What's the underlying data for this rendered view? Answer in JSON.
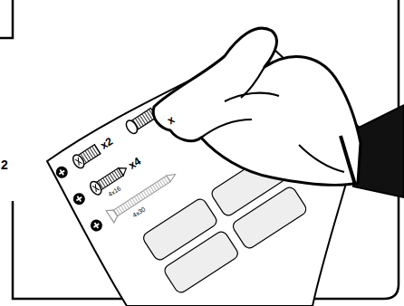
{
  "diagram": {
    "labels": [
      "x2",
      "x4",
      "4x16",
      "4x30",
      "x",
      "2"
    ]
  }
}
